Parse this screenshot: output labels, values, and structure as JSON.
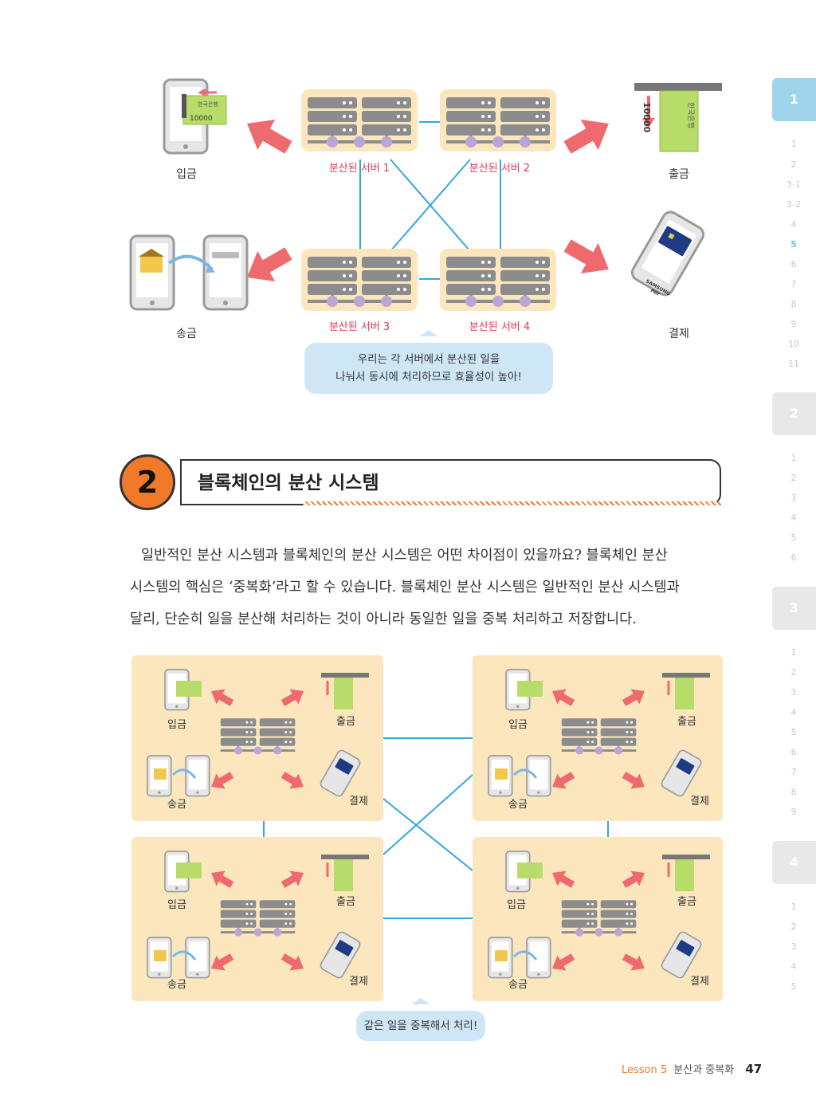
{
  "top_diagram": {
    "servers": [
      "분산된 서버 1",
      "분산된 서버 2",
      "분산된 서버 3",
      "분산된 서버 4"
    ],
    "actions": {
      "deposit": "입금",
      "withdraw": "출금",
      "transfer": "송금",
      "payment": "결제"
    },
    "bank_note": {
      "bank": "한국은행",
      "amount": "10000"
    },
    "card_brand": "SAMSUNG PAY",
    "bubble": [
      "우리는 각 서버에서 분산된 일을",
      "나눠서 동시에 처리하므로 효율성이 높아!"
    ]
  },
  "section": {
    "number": "2",
    "title": "블록체인의 분산 시스템"
  },
  "paragraph": [
    "일반적인 분산 시스템과 블록체인의 분산 시스템은 어떤 차이점이 있을까요? 블록체인 분산",
    "시스템의 핵심은 ‘중복화’라고 할 수 있습니다. 블록체인 분산 시스템은 일반적인 분산 시스템과",
    "달리, 단순히 일을 분산해 처리하는 것이 아니라 동일한 일을 중복 처리하고 저장합니다."
  ],
  "bottom_diagram": {
    "actions": {
      "deposit": "입금",
      "withdraw": "출금",
      "transfer": "송금",
      "payment": "결제"
    },
    "bubble": "같은 일을 중복해서 처리!"
  },
  "sidebar": {
    "tabs": [
      {
        "label": "1",
        "active": true,
        "items": [
          "1",
          "2",
          "3-1",
          "3-2",
          "4",
          "5",
          "6",
          "7",
          "8",
          "9",
          "10",
          "11"
        ],
        "active_item": "5"
      },
      {
        "label": "2",
        "active": false,
        "items": [
          "1",
          "2",
          "3",
          "4",
          "5",
          "6"
        ]
      },
      {
        "label": "3",
        "active": false,
        "items": [
          "1",
          "2",
          "3",
          "4",
          "5",
          "6",
          "7",
          "8",
          "9"
        ]
      },
      {
        "label": "4",
        "active": false,
        "items": [
          "1",
          "2",
          "3",
          "4",
          "5"
        ]
      }
    ]
  },
  "footer": {
    "lesson": "Lesson 5",
    "title": "분산과 중복화",
    "page": "47"
  },
  "colors": {
    "accent_red": "#ef6a6e",
    "server_bg": "#fbe6bd",
    "bubble": "#cfe6f7",
    "line_blue": "#33a8de",
    "section_orange": "#f07a2a"
  }
}
